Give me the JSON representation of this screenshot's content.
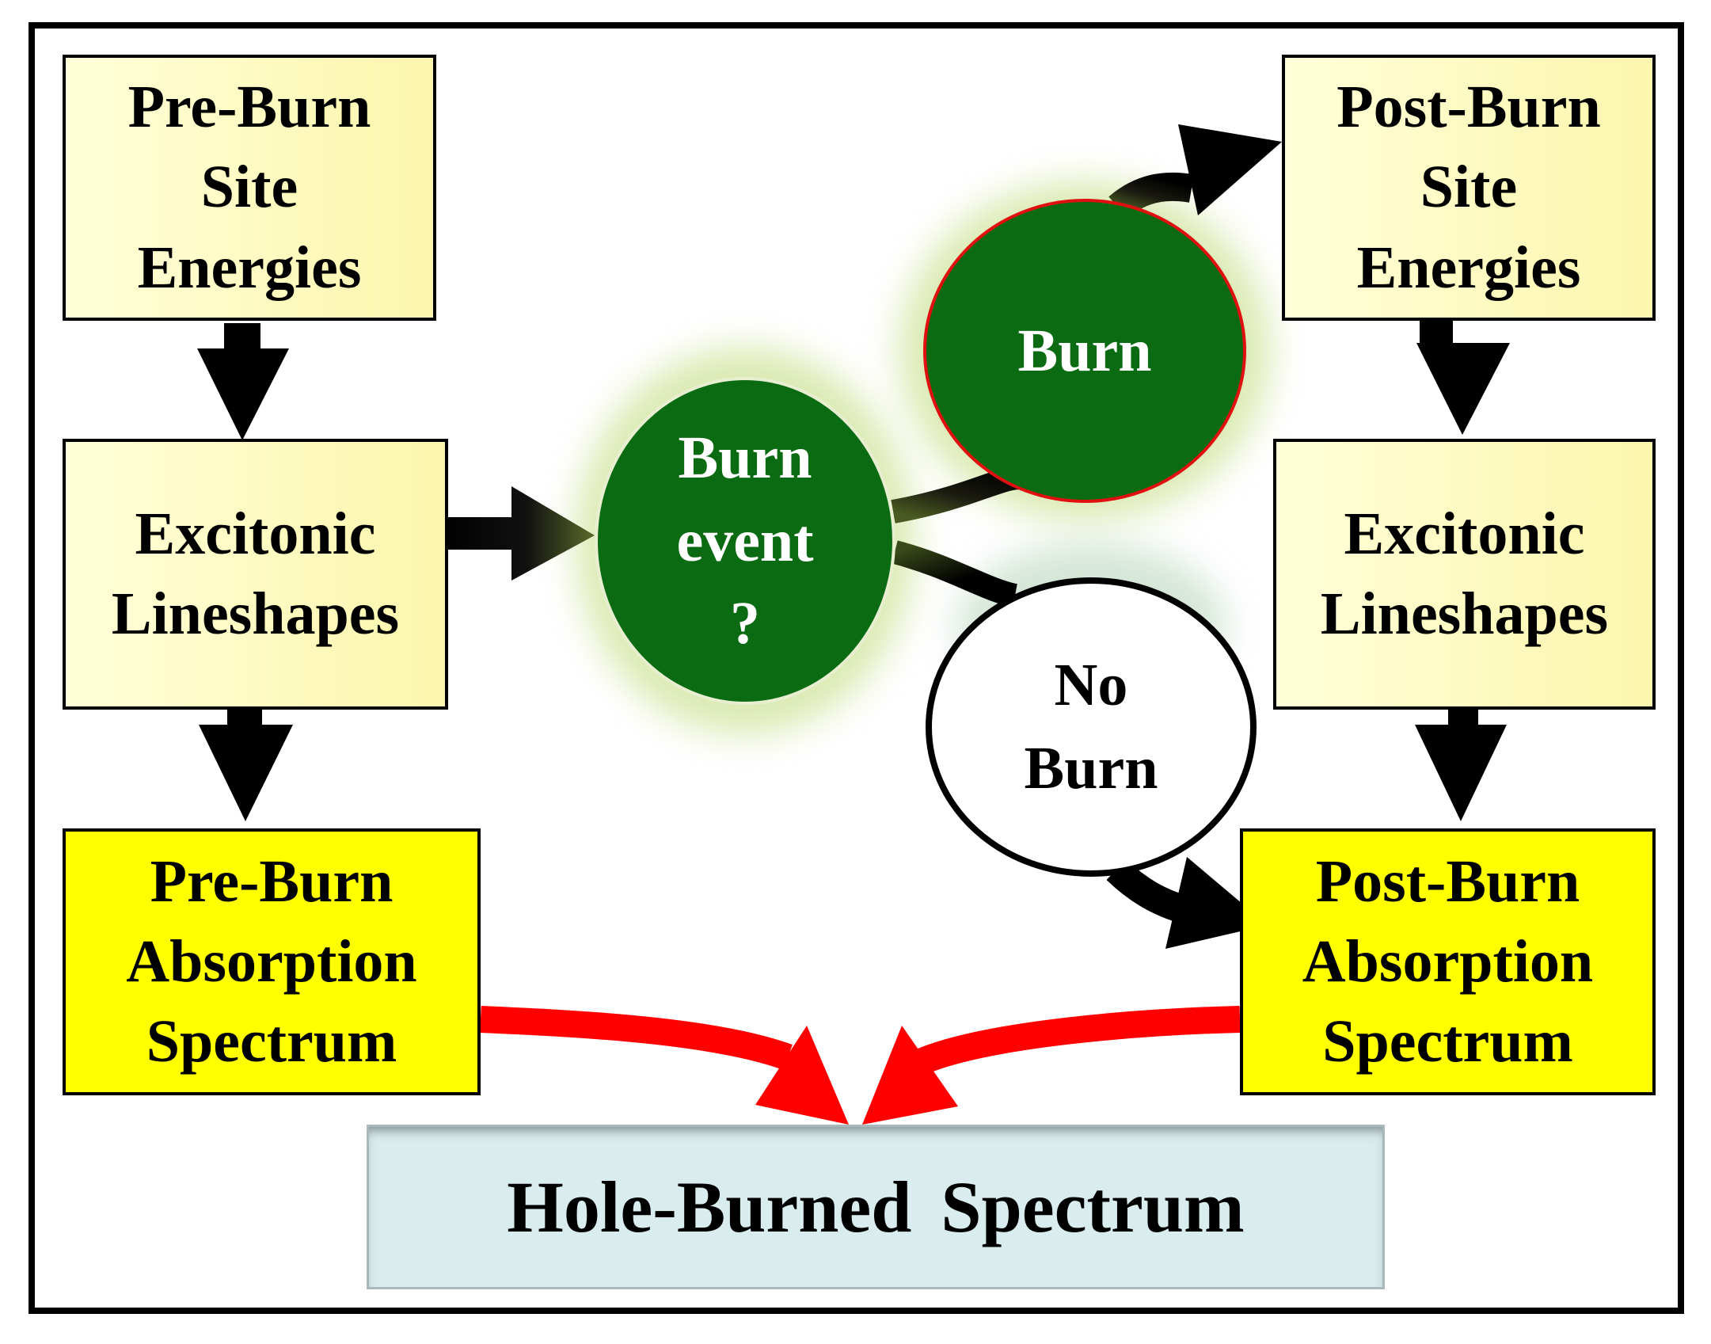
{
  "boxes": {
    "pre_burn_site": [
      "Pre-Burn",
      "Site",
      "Energies"
    ],
    "post_burn_site": [
      "Post-Burn",
      "Site",
      "Energies"
    ],
    "pre_excitonic": [
      "Excitonic",
      "Lineshapes"
    ],
    "post_excitonic": [
      "Excitonic",
      "Lineshapes"
    ],
    "pre_absorption": [
      "Pre-Burn",
      "Absorption",
      "Spectrum"
    ],
    "post_absorption": [
      "Post-Burn",
      "Absorption",
      "Spectrum"
    ]
  },
  "nodes": {
    "burn_event": [
      "Burn",
      "event",
      "?"
    ],
    "burn": "Burn",
    "no_burn": [
      "No",
      "Burn"
    ]
  },
  "result": "Hole-Burned Spectrum",
  "colors": {
    "pale_box": "#fcf6ad",
    "bright_box": "#ffff00",
    "node_green": "#0b6b12",
    "glow": "#d9eab0",
    "burn_outline": "#e01010",
    "flow_arrow": "#000000",
    "result_arrow": "#ff0000",
    "result_box": "#d9ecee"
  }
}
